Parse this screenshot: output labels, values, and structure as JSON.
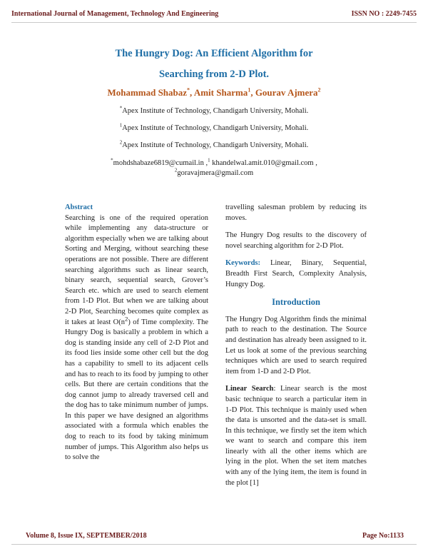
{
  "header": {
    "journal": "International Journal of Management, Technology And Engineering",
    "issn": "ISSN NO : 2249-7455"
  },
  "title": {
    "line1": "The Hungry Dog: An Efficient Algorithm for",
    "line2": "Searching from 2-D Plot."
  },
  "authors": {
    "a1_name": "Mohammad Shabaz",
    "a1_mark": "*",
    "sep1": ", ",
    "a2_name": "Amit Sharma",
    "a2_mark": "1",
    "sep2": ", ",
    "a3_name": "Gourav Ajmera",
    "a3_mark": "2"
  },
  "affiliations": [
    {
      "mark": "*",
      "text": "Apex Institute of Technology, Chandigarh University, Mohali."
    },
    {
      "mark": "1",
      "text": "Apex Institute of Technology, Chandigarh University, Mohali."
    },
    {
      "mark": "2",
      "text": "Apex Institute of Technology, Chandigarh University, Mohali."
    }
  ],
  "emails": {
    "e1_mark": "*",
    "e1": "mohdshabaze6819@cumail.in ,",
    "e2_mark": "1",
    "e2": " khandelwal.amit.010@gmail.com ,",
    "e3_mark": "2",
    "e3": "goravajmera@gmail.com"
  },
  "abstract": {
    "heading": "Abstract",
    "p1_a": "Searching is one of the required operation while implementing any data-structure or algorithm especially when we are talking about Sorting and Merging, without searching these operations are not possible. There are different searching algorithms such as linear search, binary search, sequential search, Grover’s Search etc. which are used to search element from 1-D Plot. But when we are talking about 2-D Plot, Searching becomes quite complex as it takes at least O(n",
    "p1_sup": "2",
    "p1_b": ") of Time complexity. The Hungry Dog is basically a problem in which a dog is standing inside any cell of 2-D Plot and its food lies inside some other cell but the dog has a capability to smell to its adjacent cells and has to reach to its food by jumping to other cells. But there are certain conditions that the dog cannot jump to already traversed cell and the dog has to take minimum number of jumps. In this paper we have designed an algorithms associated with a formula which enables the dog to reach to its food by taking minimum number of jumps. This Algorithm also helps us to solve the",
    "p1_cont": "travelling salesman problem by reducing its moves.",
    "p2": "The Hungry Dog results to the discovery of novel searching algorithm for 2-D Plot."
  },
  "keywords": {
    "label": "Keywords:",
    "text": " Linear, Binary, Sequential, Breadth First Search, Complexity Analysis, Hungry Dog."
  },
  "introduction": {
    "heading": "Introduction",
    "p1": "The Hungry Dog Algorithm finds the minimal path to reach to the destination. The Source and destination has already been assigned to it. Let us look at some of the previous searching techniques which are used to search required item from 1-D and 2-D Plot.",
    "p2_label": "Linear Search",
    "p2_text": ": Linear search is the most basic technique to search a particular item in 1-D Plot. This technique is mainly used when the data is unsorted and the data-set is small. In this technique, we firstly set the item which we want to search and compare this item linearly with all the other items which are lying in the plot. When the set item matches with any of the lying item, the item is found in the plot [1]"
  },
  "footer": {
    "volume": "Volume 8, Issue IX, SEPTEMBER/2018",
    "page": "Page No:1133"
  }
}
